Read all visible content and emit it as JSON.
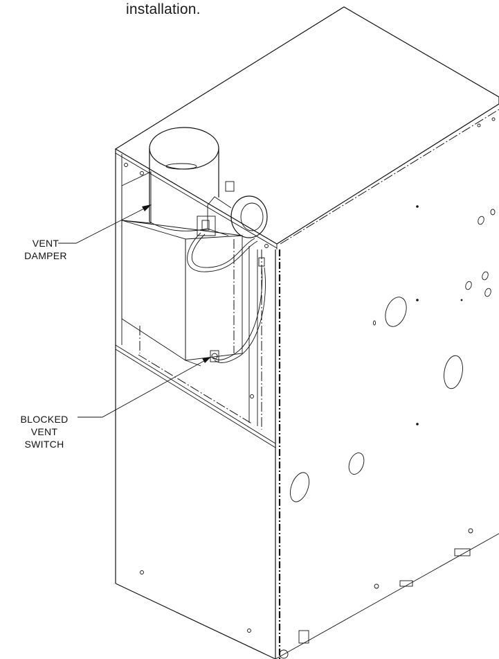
{
  "caption": "installation.",
  "labels": {
    "vent_damper": [
      "VENT",
      "DAMPER"
    ],
    "blocked_vent_switch": [
      "BLOCKED",
      "VENT",
      "SWITCH"
    ]
  }
}
